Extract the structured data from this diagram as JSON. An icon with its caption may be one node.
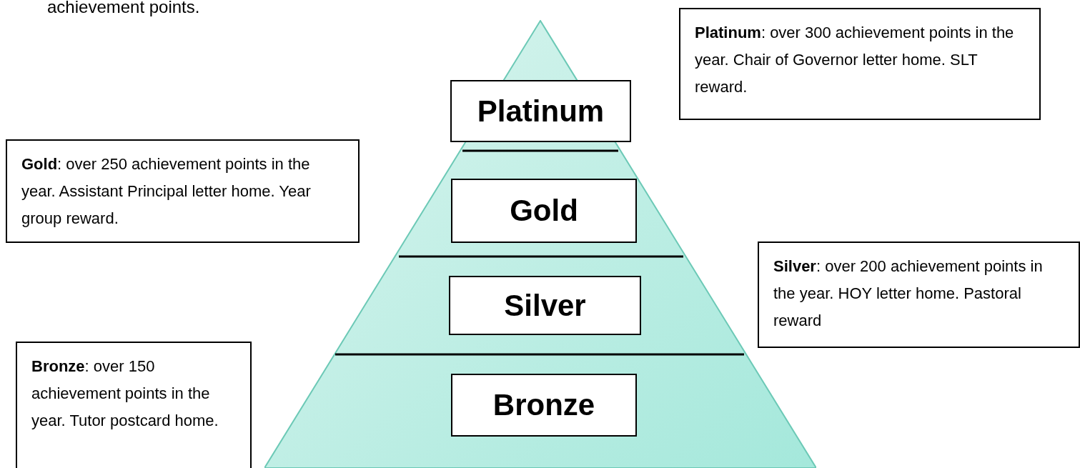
{
  "diagram": {
    "nodes": [
      {
        "text": [],
        "shape": "triangle"
      },
      {
        "text": [
          "Platinum"
        ],
        "in": 0
      },
      {
        "text": [
          "Gold"
        ],
        "in": 0
      },
      {
        "text": [
          "Silver"
        ],
        "in": 0
      },
      {
        "text": [
          "Bronze"
        ],
        "in": 0
      },
      {
        "text": [
          "**Platinum**: over 300 achievement points in the year. Chair of Governor letter home. SLT reward."
        ]
      },
      {
        "text": [
          "**Gold**: over 250 achievement points in the year. Assistant Principal letter home. Year group reward."
        ]
      },
      {
        "text": [
          "**Silver**: over 200 achievement points in the year. HOY letter home. Pastoral reward"
        ]
      },
      {
        "text": [
          "**Bronze**: over 150 achievement points in the year. Tutor postcard home."
        ]
      }
    ],
    "labels": [
      "achievement points."
    ]
  }
}
